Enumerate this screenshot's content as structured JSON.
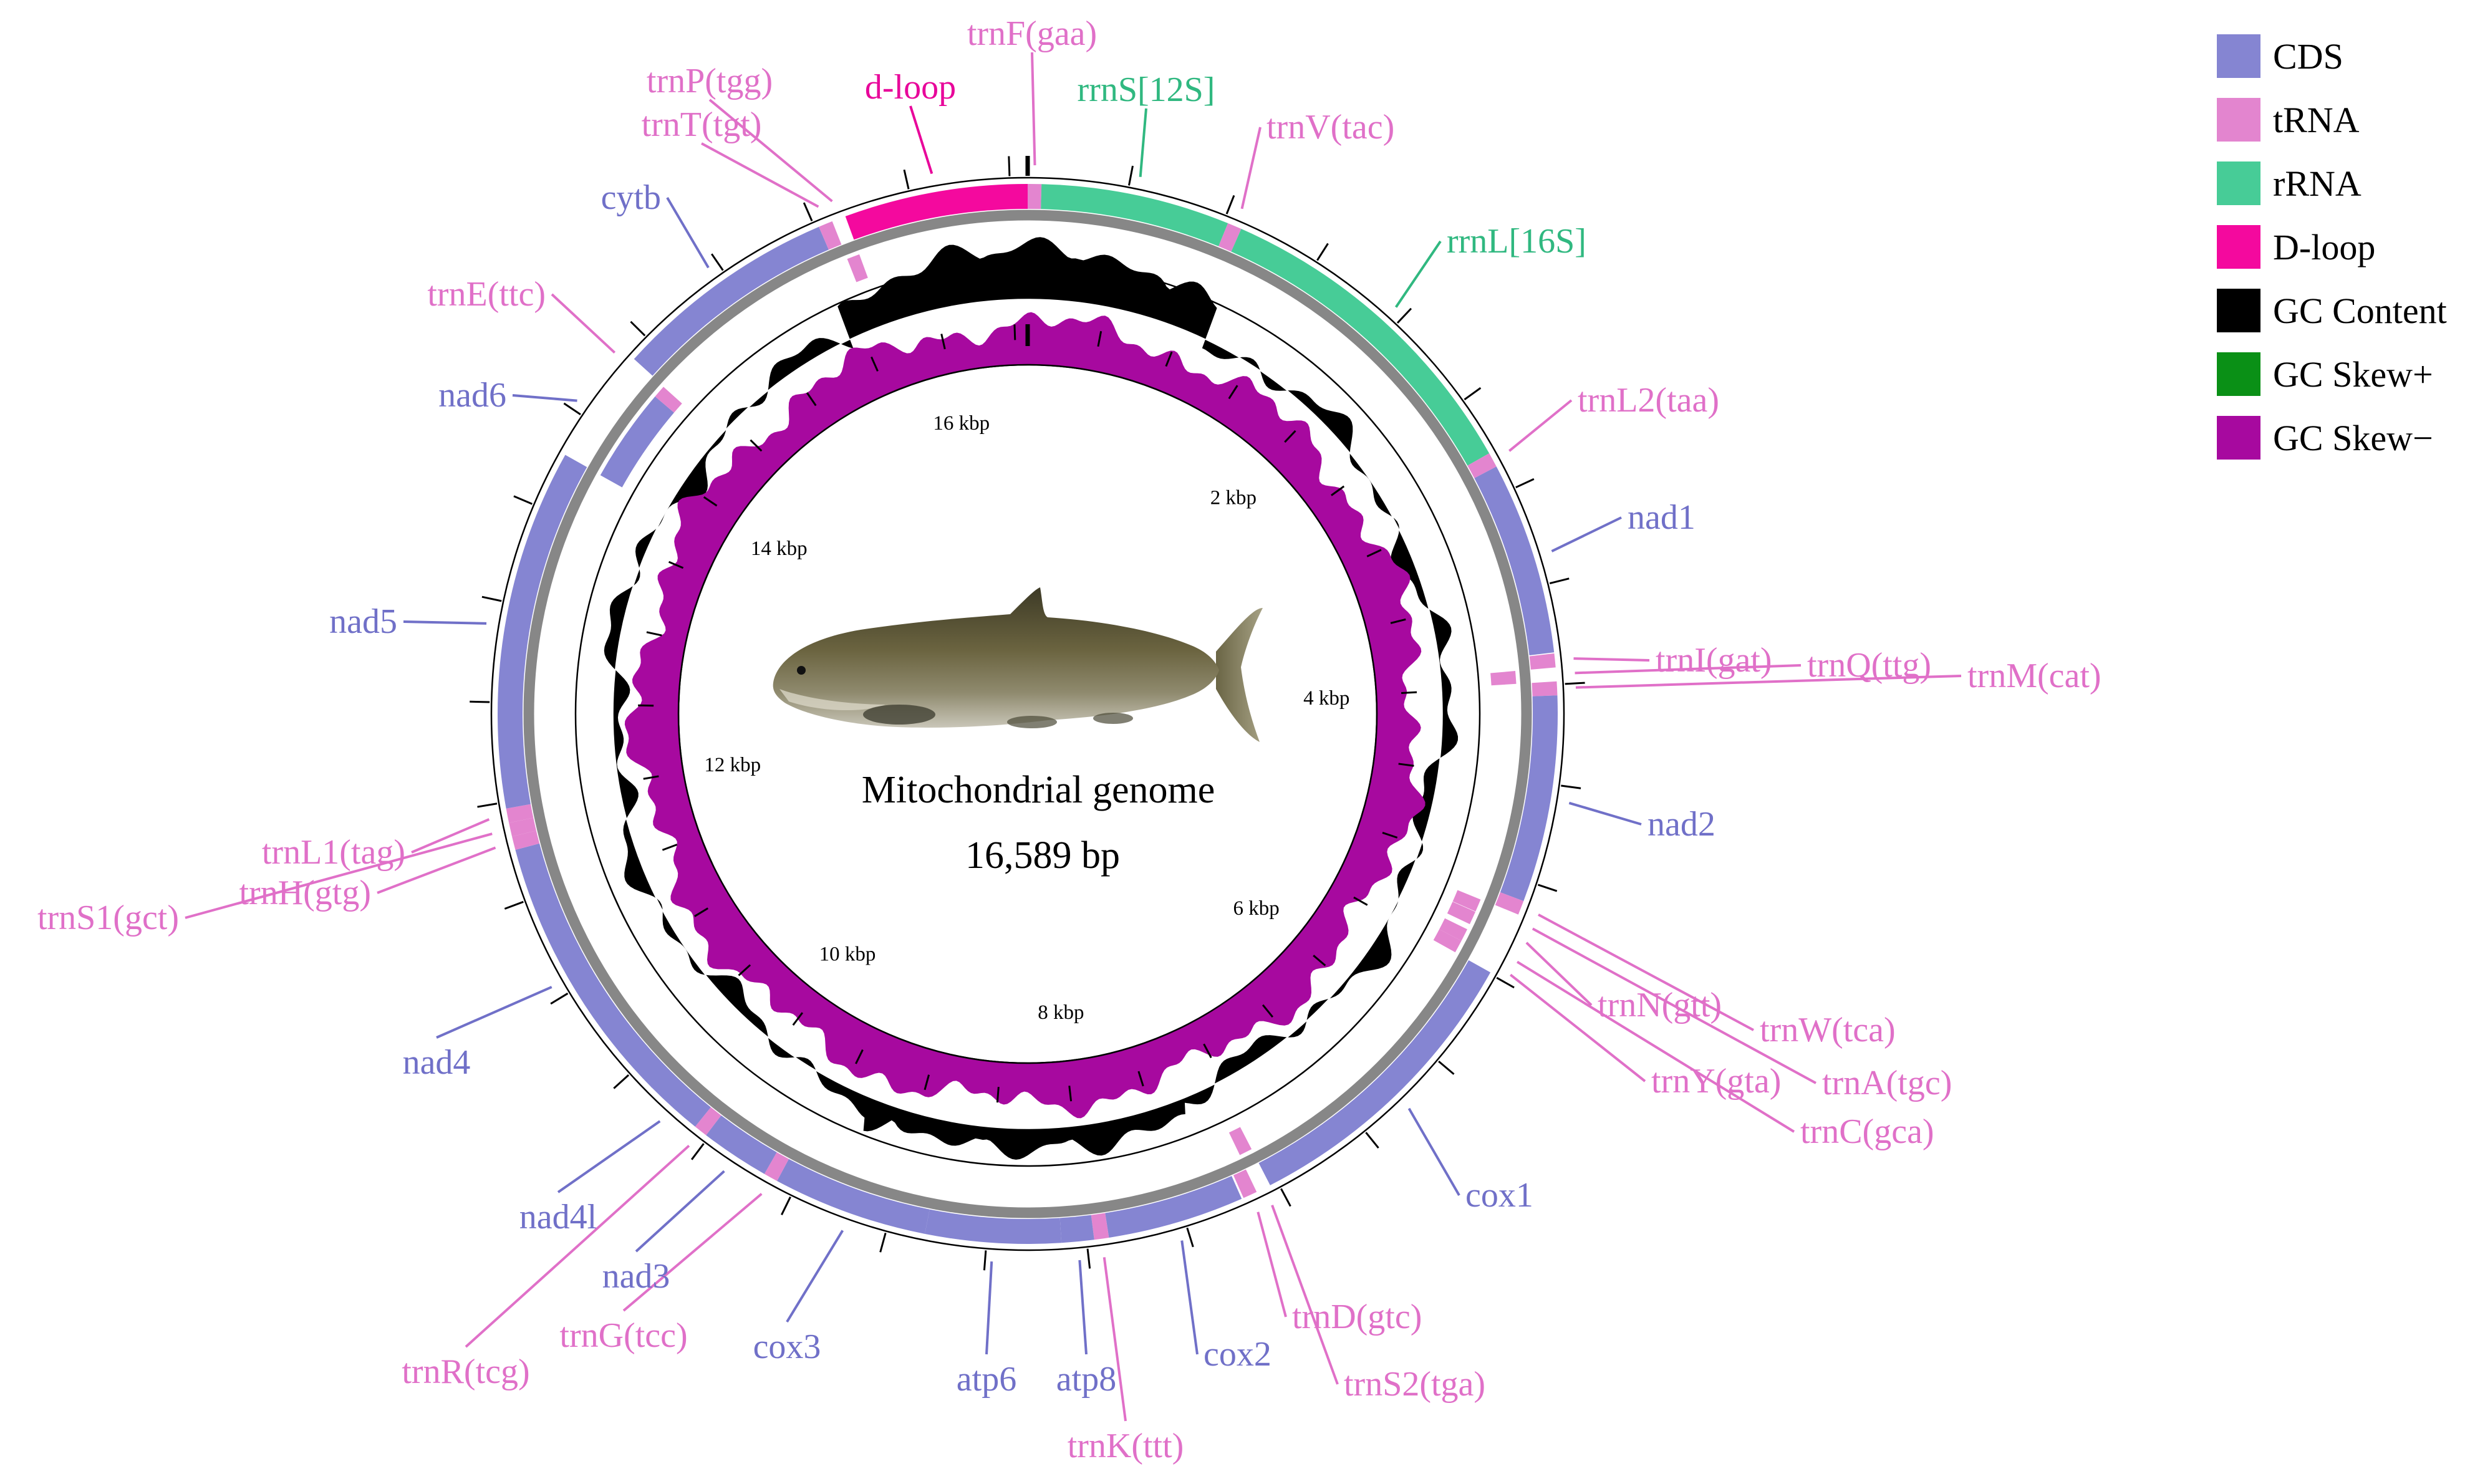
{
  "title": "Mitochondrial genome",
  "length_label": "16,589 bp",
  "genome_length": 16589,
  "colors": {
    "CDS": "#8585d2",
    "tRNA": "#e385cf",
    "rRNA": "#47cc97",
    "D-loop": "#f4099e",
    "GC Content": "#000000",
    "GC Skew+": "#0a9016",
    "GC Skew-": "#a7099f",
    "backbone": "#878787"
  },
  "legend": [
    {
      "label": "CDS",
      "color": "#8585d2"
    },
    {
      "label": "tRNA",
      "color": "#e385cf"
    },
    {
      "label": "rRNA",
      "color": "#47cc97"
    },
    {
      "label": "D-loop",
      "color": "#f4099e"
    },
    {
      "label": "GC Content",
      "color": "#000000"
    },
    {
      "label": "GC Skew+",
      "color": "#0a9016"
    },
    {
      "label": "GC Skew−",
      "color": "#a7099f"
    }
  ],
  "kbp_ticks": [
    "2 kbp",
    "4 kbp",
    "6 kbp",
    "8 kbp",
    "10 kbp",
    "12 kbp",
    "14 kbp",
    "16 kbp"
  ],
  "features": [
    {
      "name": "trnF(gaa)",
      "type": "tRNA",
      "start": 0,
      "end": 69,
      "strand": "+"
    },
    {
      "name": "rrnS[12S]",
      "type": "rRNA",
      "start": 69,
      "end": 1023,
      "strand": "+"
    },
    {
      "name": "trnV(tac)",
      "type": "tRNA",
      "start": 1023,
      "end": 1095,
      "strand": "+"
    },
    {
      "name": "rrnL[16S]",
      "type": "rRNA",
      "start": 1095,
      "end": 2790,
      "strand": "+"
    },
    {
      "name": "trnL2(taa)",
      "type": "tRNA",
      "start": 2790,
      "end": 2865,
      "strand": "+"
    },
    {
      "name": "nad1",
      "type": "CDS",
      "start": 2865,
      "end": 3840,
      "strand": "+"
    },
    {
      "name": "trnI(gat)",
      "type": "tRNA",
      "start": 3845,
      "end": 3915,
      "strand": "+"
    },
    {
      "name": "trnQ(ttg)",
      "type": "tRNA",
      "start": 3915,
      "end": 3985,
      "strand": "-"
    },
    {
      "name": "trnM(cat)",
      "type": "tRNA",
      "start": 3985,
      "end": 4055,
      "strand": "+"
    },
    {
      "name": "nad2",
      "type": "CDS",
      "start": 4055,
      "end": 5100,
      "strand": "+"
    },
    {
      "name": "trnW(tca)",
      "type": "tRNA",
      "start": 5100,
      "end": 5172,
      "strand": "+"
    },
    {
      "name": "trnA(tgc)",
      "type": "tRNA",
      "start": 5174,
      "end": 5244,
      "strand": "-"
    },
    {
      "name": "trnN(gtt)",
      "type": "tRNA",
      "start": 5246,
      "end": 5319,
      "strand": "-"
    },
    {
      "name": "trnC(gca)",
      "type": "tRNA",
      "start": 5350,
      "end": 5420,
      "strand": "-"
    },
    {
      "name": "trnY(gta)",
      "type": "tRNA",
      "start": 5420,
      "end": 5490,
      "strand": "-"
    },
    {
      "name": "cox1",
      "type": "CDS",
      "start": 5492,
      "end": 7040,
      "strand": "+"
    },
    {
      "name": "trnS2(tga)",
      "type": "tRNA",
      "start": 7040,
      "end": 7111,
      "strand": "-"
    },
    {
      "name": "trnD(gtc)",
      "type": "tRNA",
      "start": 7115,
      "end": 7187,
      "strand": "+"
    },
    {
      "name": "cox2",
      "type": "CDS",
      "start": 7197,
      "end": 7888,
      "strand": "+"
    },
    {
      "name": "trnK(ttt)",
      "type": "tRNA",
      "start": 7888,
      "end": 7962,
      "strand": "+"
    },
    {
      "name": "atp8",
      "type": "CDS",
      "start": 7962,
      "end": 8126,
      "strand": "+"
    },
    {
      "name": "atp6",
      "type": "CDS",
      "start": 8126,
      "end": 8810,
      "strand": "+"
    },
    {
      "name": "cox3",
      "type": "CDS",
      "start": 8810,
      "end": 9595,
      "strand": "+"
    },
    {
      "name": "trnG(tcc)",
      "type": "tRNA",
      "start": 9595,
      "end": 9667,
      "strand": "+"
    },
    {
      "name": "nad3",
      "type": "CDS",
      "start": 9667,
      "end": 10016,
      "strand": "+"
    },
    {
      "name": "trnR(tcg)",
      "type": "tRNA",
      "start": 10016,
      "end": 10085,
      "strand": "+"
    },
    {
      "name": "nad4l",
      "type": "CDS",
      "start": 10085,
      "end": 10382,
      "strand": "+"
    },
    {
      "name": "nad4",
      "type": "CDS",
      "start": 10376,
      "end": 11757,
      "strand": "+"
    },
    {
      "name": "trnH(gtg)",
      "type": "tRNA",
      "start": 11757,
      "end": 11826,
      "strand": "+"
    },
    {
      "name": "trnS1(gct)",
      "type": "tRNA",
      "start": 11826,
      "end": 11895,
      "strand": "+"
    },
    {
      "name": "trnL1(tag)",
      "type": "tRNA",
      "start": 11895,
      "end": 11968,
      "strand": "+"
    },
    {
      "name": "nad5",
      "type": "CDS",
      "start": 11968,
      "end": 13790,
      "strand": "+"
    },
    {
      "name": "nad6",
      "type": "CDS",
      "start": 13787,
      "end": 14305,
      "strand": "-"
    },
    {
      "name": "trnE(ttc)",
      "type": "tRNA",
      "start": 14305,
      "end": 14374,
      "strand": "-"
    },
    {
      "name": "cytb",
      "type": "CDS",
      "start": 14379,
      "end": 15520,
      "strand": "+"
    },
    {
      "name": "trnT(tgt)",
      "type": "tRNA",
      "start": 15520,
      "end": 15592,
      "strand": "+"
    },
    {
      "name": "trnP(tgg)",
      "type": "tRNA",
      "start": 15592,
      "end": 15662,
      "strand": "-"
    },
    {
      "name": "d-loop",
      "type": "D-loop",
      "start": 15662,
      "end": 16589,
      "strand": "+"
    }
  ]
}
